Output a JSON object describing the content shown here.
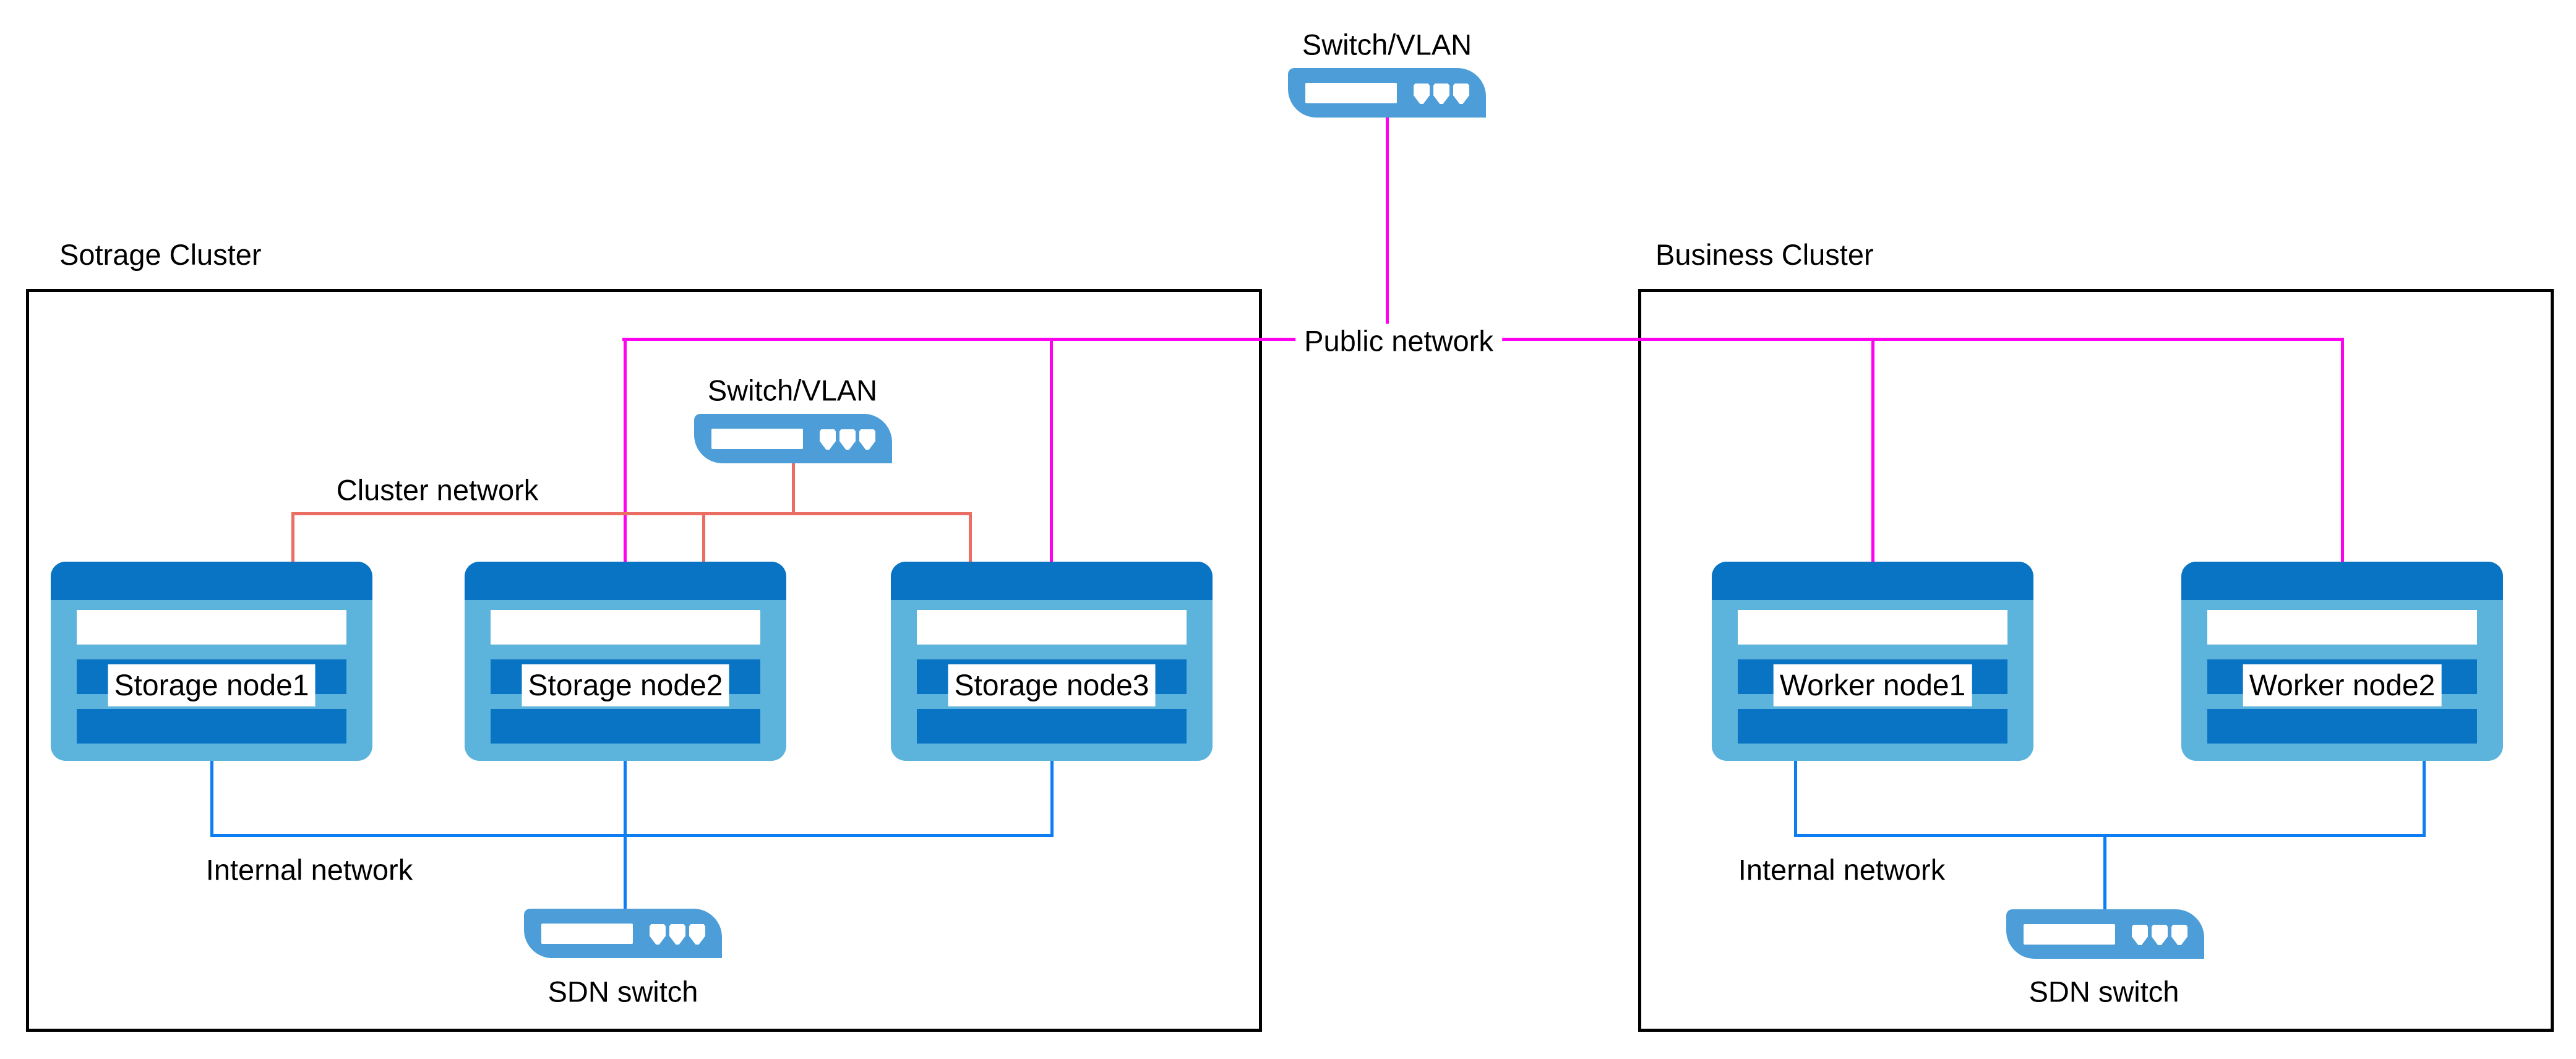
{
  "colors": {
    "magenta_line": "#FF00F0",
    "red_line": "#EA6E64",
    "blue_line": "#0C7DF2",
    "switch_fill": "#4D9ED8",
    "node_fill": "#5CB3DC",
    "node_accent": "#0973C4",
    "border": "#000000"
  },
  "top_switch": {
    "label": "Switch/VLAN"
  },
  "public_network": {
    "label": "Public network"
  },
  "storage_cluster": {
    "title": "Sotrage Cluster",
    "cluster_network_label": "Cluster network",
    "inner_switch_label": "Switch/VLAN",
    "internal_network_label": "Internal network",
    "sdn_switch_label": "SDN switch",
    "nodes": [
      {
        "label": "Storage node1"
      },
      {
        "label": "Storage node2"
      },
      {
        "label": "Storage node3"
      }
    ]
  },
  "business_cluster": {
    "title": "Business Cluster",
    "internal_network_label": "Internal network",
    "sdn_switch_label": "SDN switch",
    "nodes": [
      {
        "label": "Worker node1"
      },
      {
        "label": "Worker node2"
      }
    ]
  }
}
